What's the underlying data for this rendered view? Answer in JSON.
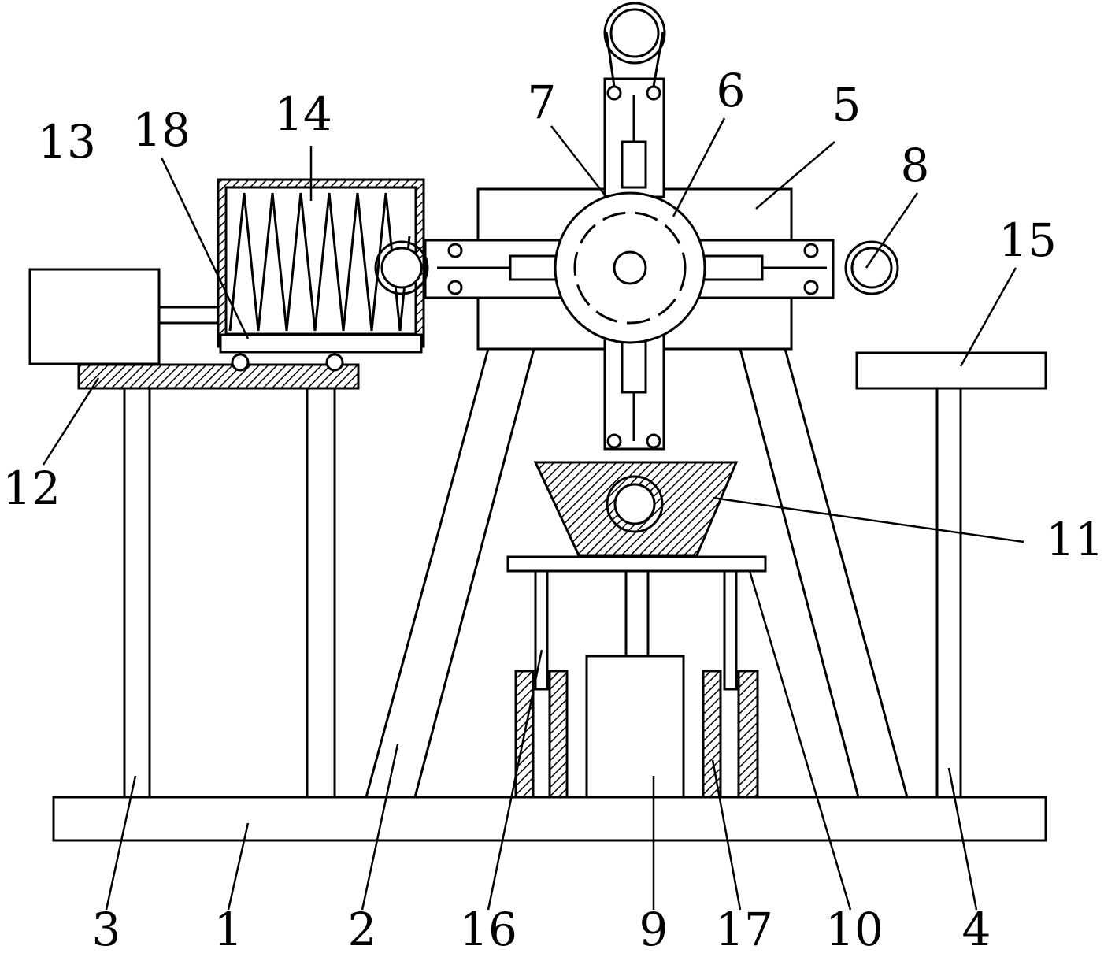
{
  "labels": {
    "base": "1",
    "frame_leg": "2",
    "left_table_leg": "3",
    "right_table_leg": "4",
    "frame_box": "5",
    "rotary_disc": "6",
    "hub": "7",
    "roller_arm": "8",
    "lift_cylinder": "9",
    "platform": "10",
    "funnel": "11",
    "table_plate": "12",
    "motor": "13",
    "drying_tank": "14",
    "right_table": "15",
    "guide_sleeve_left": "16",
    "guide_sleeve_right": "17",
    "slide_plate": "18"
  }
}
